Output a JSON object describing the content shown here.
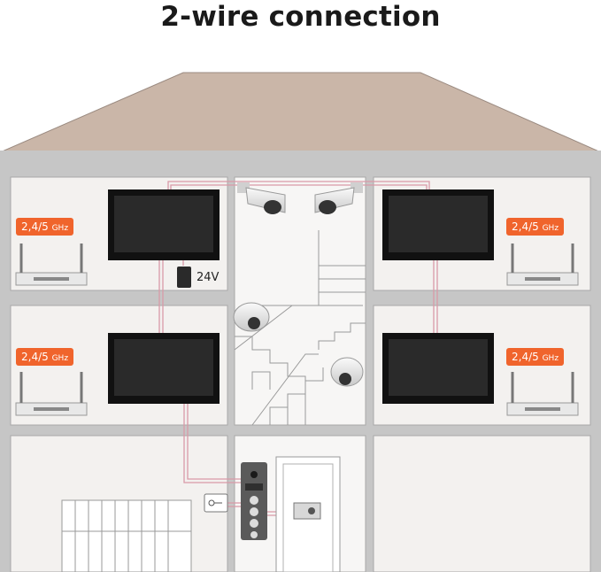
{
  "title": "2-wire connection",
  "wifi_badge": {
    "main": "2,4/5 ",
    "unit": "GHz"
  },
  "power_label": "24V",
  "colors": {
    "roof": "#cab6a8",
    "wall": "#f3f1ef",
    "wire": "#d99aa8",
    "badge": "#f0642c",
    "screen": "#1e1e1e",
    "outline": "#8a8a8a"
  },
  "icons": [
    "router-icon",
    "camera-icon",
    "dome-camera-icon",
    "door-station-icon",
    "key-button-icon",
    "lock-icon",
    "power-adapter-icon",
    "gate-icon",
    "monitor-icon"
  ]
}
